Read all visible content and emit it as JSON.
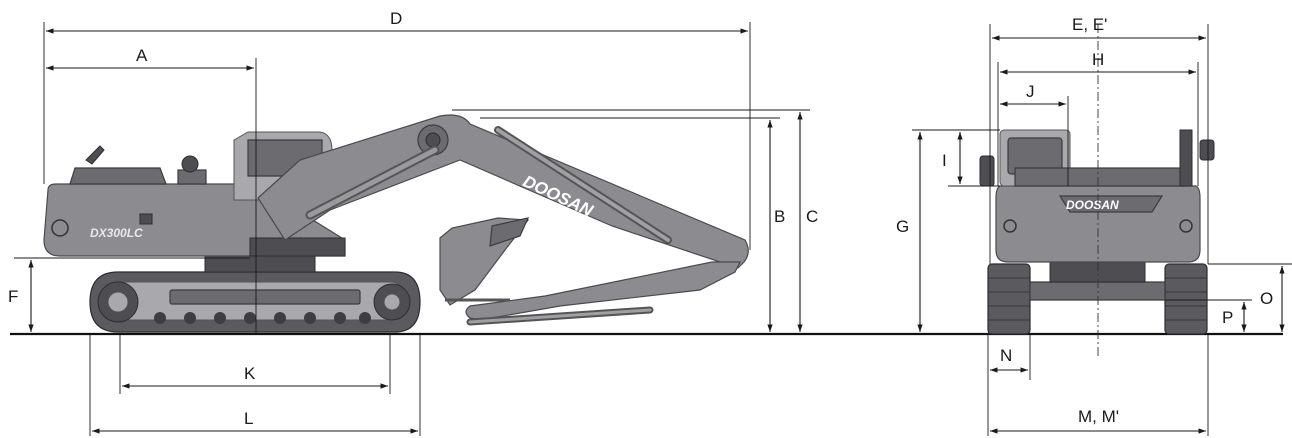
{
  "labels": {
    "A": "A",
    "B": "B",
    "C": "C",
    "D": "D",
    "E": "E, E'",
    "F": "F",
    "G": "G",
    "H": "H",
    "I": "I",
    "J": "J",
    "K": "K",
    "L": "L",
    "M": "M, M'",
    "N": "N",
    "O": "O",
    "P": "P"
  },
  "branding": {
    "boom_text": "DOOSAN",
    "rear_text": "DOOSAN",
    "model_text": "DX300LC"
  },
  "colors": {
    "machine_body": "#8c8c90",
    "machine_dark": "#4d4d52",
    "dimension_lines": "#1a1a1a"
  }
}
